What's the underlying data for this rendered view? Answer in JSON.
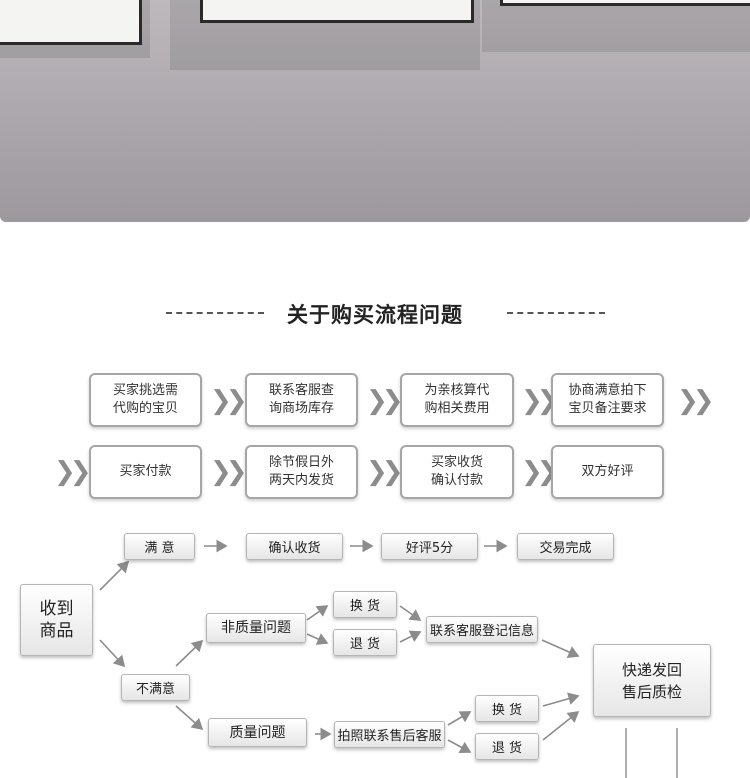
{
  "section_title": "关于购买流程问题",
  "steps_row1": [
    "买家挑选需\n代购的宝贝",
    "联系客服查\n询商场库存",
    "为亲核算代\n购相关费用",
    "协商满意拍下\n宝贝备注要求"
  ],
  "steps_row2": [
    "买家付款",
    "除节假日外\n两天内发货",
    "买家收货\n确认付款",
    "双方好评"
  ],
  "flow": {
    "start": "收到\n商品",
    "satisfied": "满  意",
    "confirm_receipt": "确认收货",
    "good_review": "好评5分",
    "deal_done": "交易完成",
    "unsatisfied": "不满意",
    "non_quality": "非质量问题",
    "exchange_1": "换  货",
    "return_1": "退  货",
    "contact_register": "联系客服登记信息",
    "quality": "质量问题",
    "photo_contact": "拍照联系售后客服",
    "exchange_2": "换  货",
    "return_2": "退  货",
    "inspect": "快递发回\n售后质检"
  },
  "colors": {
    "border": "#a6a6a6",
    "arrow": "#8c8c8c",
    "text": "#333333"
  }
}
